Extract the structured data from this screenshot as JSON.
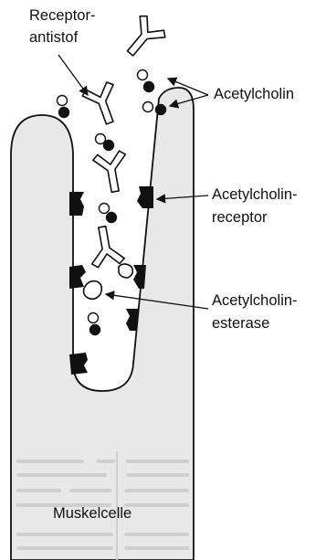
{
  "diagram": {
    "labels": {
      "receptor_antibody_line1": "Receptor-",
      "receptor_antibody_line2": "antistof",
      "acetylcholine": "Acetylcholin",
      "receptor_line1": "Acetylcholin-",
      "receptor_line2": "receptor",
      "esterase_line1": "Acetylcholin-",
      "esterase_line2": "esterase",
      "muscle_cell": "Muskelcelle"
    },
    "colors": {
      "outline": "#111111",
      "muscle_fill": "#e8e8e8",
      "muscle_stripes": "#cfcfcf",
      "receptor_fill": "#111111",
      "background": "#ffffff"
    }
  }
}
